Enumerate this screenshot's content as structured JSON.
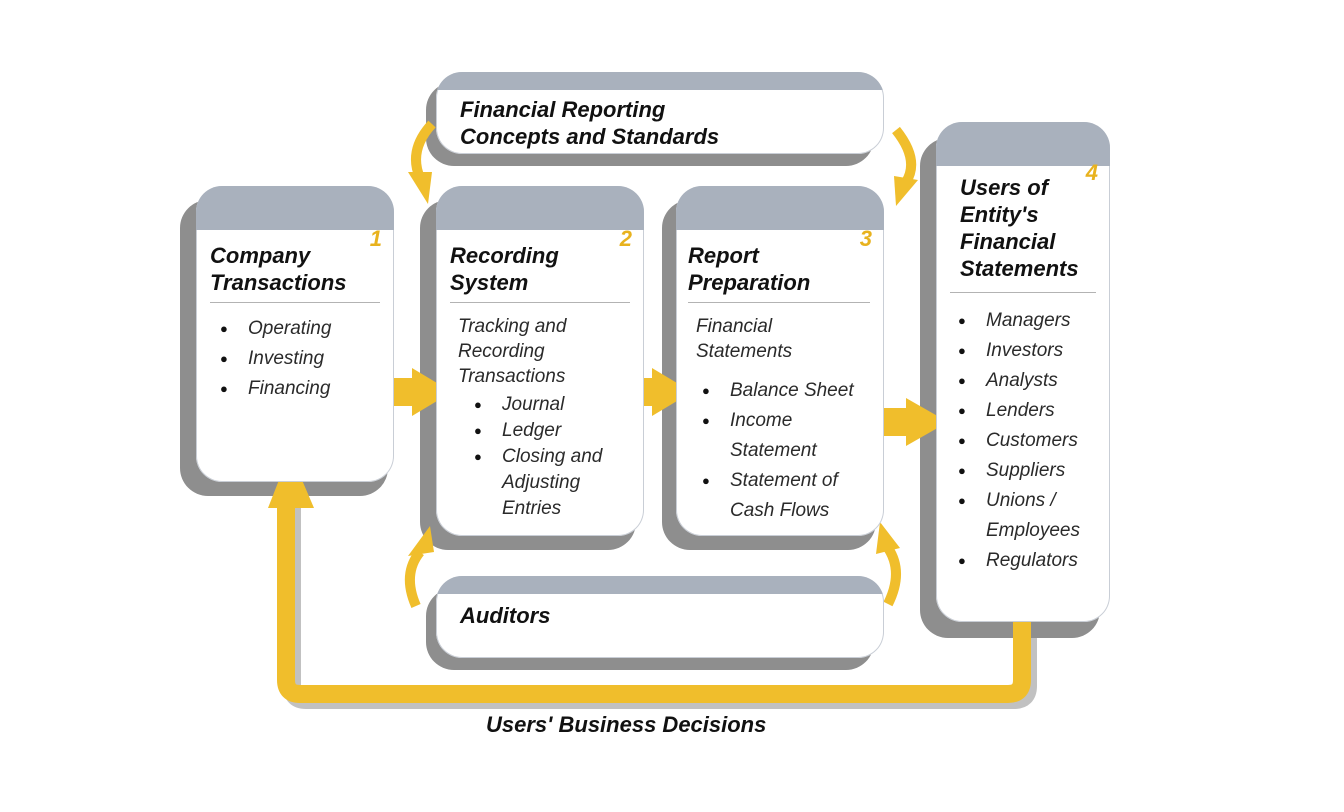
{
  "standards": {
    "line1": "Financial Reporting",
    "line2": "Concepts and Standards"
  },
  "auditors": {
    "label": "Auditors"
  },
  "boxes": {
    "company": {
      "number": "1",
      "title1": "Company",
      "title2": "Transactions",
      "items": [
        "Operating",
        "Investing",
        "Financing"
      ]
    },
    "recording": {
      "number": "2",
      "title1": "Recording",
      "title2": "System",
      "desc": [
        "Tracking and",
        "Recording",
        "Transactions"
      ],
      "items": [
        "Journal",
        "Ledger",
        "Closing and",
        "Adjusting",
        "Entries"
      ]
    },
    "report": {
      "number": "3",
      "title1": "Report",
      "title2": "Preparation",
      "desc": [
        "Financial",
        "Statements"
      ],
      "items": [
        "Balance Sheet",
        "Income",
        "Statement",
        "Statement of",
        "Cash Flows"
      ]
    },
    "users": {
      "number": "4",
      "title1": "Users of",
      "title2": "Entity's",
      "title3": "Financial",
      "title4": "Statements",
      "items": [
        "Managers",
        "Investors",
        "Analysts",
        "Lenders",
        "Customers",
        "Suppliers",
        "Unions /",
        "Employees",
        "Regulators"
      ]
    }
  },
  "footer": {
    "label": "Users' Business Decisions"
  },
  "colors": {
    "accent": "#f0be2c",
    "cap": "#a9b1bd",
    "shadow": "#8e8e8e"
  }
}
